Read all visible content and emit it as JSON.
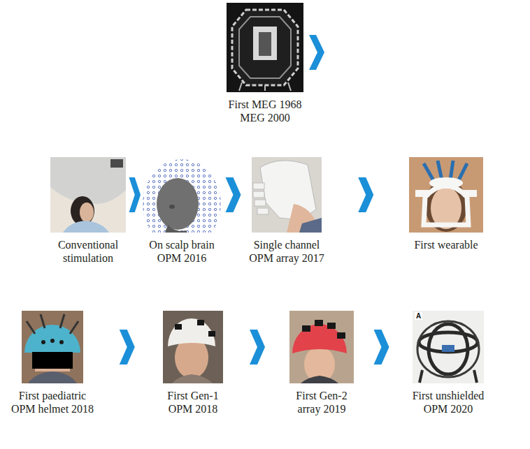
{
  "diagram": {
    "nodes": [
      {
        "text": [
          "First MEG 1968 MEG 2000"
        ]
      },
      {
        "text": [
          "Conventional stimulation"
        ]
      },
      {
        "text": [
          "On scalp brain OPM 2016"
        ]
      },
      {
        "text": [
          "Single channel OPM array 2017"
        ]
      },
      {
        "text": [
          "First wearable"
        ]
      },
      {
        "text": [
          "First paediatric OPM helmet 2018"
        ]
      },
      {
        "text": [
          "First Gen-1 OPM 2018"
        ]
      },
      {
        "text": [
          "First Gen-2 array 2019"
        ]
      },
      {
        "text": [
          "First unshielded OPM 2020"
        ]
      }
    ],
    "edges": [
      {
        "from": 1,
        "to": 2,
        "arrow": "to"
      },
      {
        "from": 2,
        "to": 3,
        "arrow": "to"
      },
      {
        "from": 3,
        "to": 4,
        "arrow": "to"
      },
      {
        "from": 5,
        "to": 6,
        "arrow": "to"
      },
      {
        "from": 6,
        "to": 7,
        "arrow": "to"
      },
      {
        "from": 7,
        "to": 8,
        "arrow": "to"
      }
    ],
    "labels": [
      "A"
    ]
  }
}
